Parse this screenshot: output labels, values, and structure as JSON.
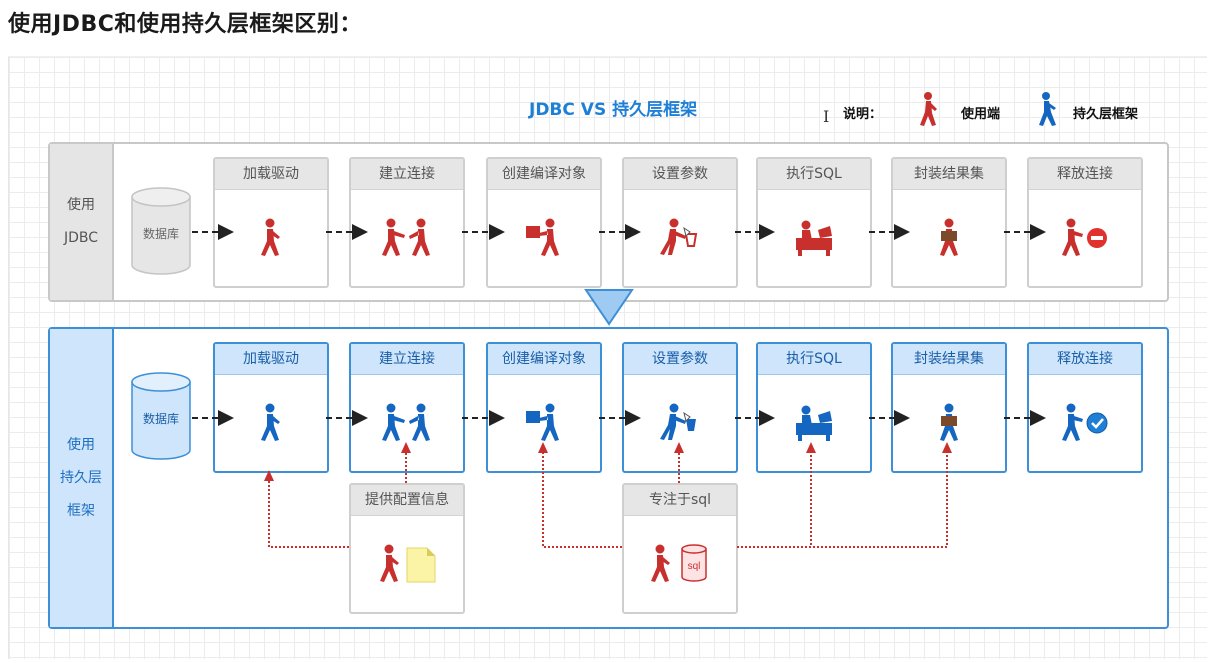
{
  "page_title": "使用JDBC和使用持久层框架区别：",
  "diagram_title": "JDBC VS 持久层框架",
  "legend": {
    "label": "说明：",
    "user_side": "使用端",
    "framework": "持久层框架"
  },
  "jdbc_row": {
    "side_label_line1": "使用",
    "side_label_line2": "JDBC",
    "database": "数据库",
    "steps": [
      "加载驱动",
      "建立连接",
      "创建编译对象",
      "设置参数",
      "执行SQL",
      "封装结果集",
      "释放连接"
    ]
  },
  "orm_row": {
    "side_label_line1": "使用",
    "side_label_line2": "持久层",
    "side_label_line3": "框架",
    "database": "数据库",
    "steps": [
      "加载驱动",
      "建立连接",
      "创建编译对象",
      "设置参数",
      "执行SQL",
      "封装结果集",
      "释放连接"
    ],
    "config_boxes": [
      "提供配置信息",
      "专注于sql"
    ],
    "sql_label": "sql"
  },
  "colors": {
    "user_red": "#c8302e",
    "framework_blue": "#1566c0",
    "title_blue": "#1e7fd6",
    "panel_border_blue": "#3d8fd6",
    "arrow_red": "#c8302e"
  },
  "icons": [
    "walking-person-icon",
    "database-cylinder-icon",
    "document-icon",
    "stop-icon",
    "check-icon",
    "down-triangle-icon"
  ]
}
